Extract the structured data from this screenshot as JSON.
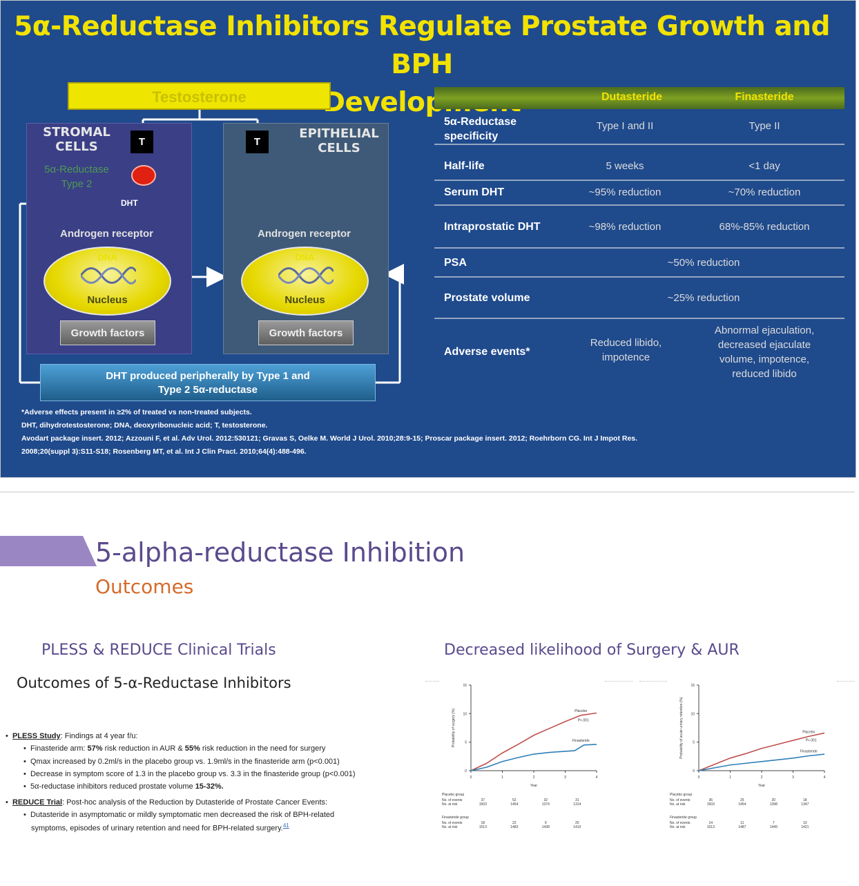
{
  "slide1": {
    "title_line1": "5α-Reductase Inhibitors Regulate Prostate Growth and BPH",
    "title_line2": "Development",
    "testosterone": "Testosterone",
    "stromal_title_1": "STROMAL",
    "stromal_title_2": "CELLS",
    "epithelial_title_1": "EPITHELIAL",
    "epithelial_title_2": "CELLS",
    "enzyme_1": "5α-Reductase",
    "enzyme_2": "Type 2",
    "t_label": "T",
    "dht_label": "DHT",
    "androgen_receptor": "Androgen receptor",
    "dna": "DNA",
    "nucleus": "Nucleus",
    "growth_factors": "Growth factors",
    "dht_peripheral_1": "DHT produced peripherally by Type 1 and",
    "dht_peripheral_2": "Type 2 5α-reductase",
    "table": {
      "col_dutasteride": "Dutasteride",
      "col_finasteride": "Finasteride",
      "rows": [
        {
          "label": "5α-Reductase specificity",
          "dutasteride": "Type I and II",
          "finasteride": "Type II"
        },
        {
          "label": "Half-life",
          "dutasteride": "5 weeks",
          "finasteride": "<1 day"
        },
        {
          "label": "Serum DHT",
          "dutasteride": "~95% reduction",
          "finasteride": "~70% reduction"
        },
        {
          "label": "Intraprostatic DHT",
          "dutasteride": "~98% reduction",
          "finasteride": "68%-85% reduction"
        },
        {
          "label": "PSA",
          "both": "~50% reduction"
        },
        {
          "label": "Prostate volume",
          "both": "~25% reduction"
        },
        {
          "label": "Adverse events*",
          "dutasteride": "Reduced libido, impotence",
          "finasteride": "Abnormal ejaculation, decreased ejaculate volume, impotence, reduced libido"
        }
      ]
    },
    "footnote_1": "*Adverse effects present in ≥2% of treated vs non-treated subjects.",
    "footnote_2": "DHT, dihydrotestosterone; DNA, deoxyribonucleic acid; T, testosterone.",
    "footnote_3": "Avodart package insert. 2012; Azzouni F, et al. Adv Urol. 2012:530121; Gravas S, Oelke M. World J Urol. 2010;28:9-15; Proscar package insert. 2012; Roehrborn CG. Int J Impot Res.",
    "footnote_4": "2008;20(suppl 3):S11-S18; Rosenberg MT, et al. Int J Clin Pract. 2010;64(4):488-496.",
    "colors": {
      "background": "#1f4a8c",
      "title": "#f2e200"
    }
  },
  "slide2": {
    "title": "5-alpha-reductase Inhibition",
    "subtitle": "Outcomes",
    "left_heading": "PLESS & REDUCE Clinical Trials",
    "left_subheading": "Outcomes of 5-α-Reductase Inhibitors",
    "right_heading": "Decreased likelihood of Surgery & AUR",
    "pless_label": "PLESS Study",
    "pless_intro": ": Findings at 4 year f/u:",
    "pless_b1_pre": "Finasteride arm: ",
    "pless_b1_v1": "57%",
    "pless_b1_mid": " risk reduction in AUR & ",
    "pless_b1_v2": "55%",
    "pless_b1_post": " risk reduction in the need for surgery",
    "pless_b2": "Qmax increased by 0.2ml/s in the placebo group vs. 1.9ml/s in the finasteride arm (p<0.001)",
    "pless_b3": "Decrease in symptom score of 1.3 in the placebo group vs. 3.3 in the finasteride group (p<0.001)",
    "pless_b4_pre": "5α-reductase inhibitors reduced prostate volume ",
    "pless_b4_v": "15-32%.",
    "reduce_label": "REDUCE Trial",
    "reduce_intro": ": Post-hoc analysis of the Reduction by Dutasteride of Prostate Cancer Events:",
    "reduce_b1_line1": "Dutasteride in asymptomatic or mildly symptomatic men decreased the risk of BPH-related",
    "reduce_b1_line2": "symptoms, episodes of urinary retention and need for BPH-related surgery.",
    "reduce_ref": "41",
    "colors": {
      "title": "#5b4a8c",
      "subtitle": "#d46b2a",
      "placebo": "#c0504d",
      "finasteride": "#2e7fb8"
    }
  },
  "chart_data": [
    {
      "type": "line",
      "ylabel": "Probability of surgery (%)",
      "xlabel": "Year",
      "xlim": [
        0,
        4
      ],
      "ylim": [
        0,
        15
      ],
      "yticks": [
        0,
        5,
        10,
        15
      ],
      "xticks": [
        0,
        1,
        2,
        3,
        4
      ],
      "annotation": "P<.001",
      "series": [
        {
          "name": "Placebo",
          "color": "#c0504d",
          "x": [
            0,
            0.5,
            1,
            1.5,
            2,
            2.5,
            3,
            3.5,
            4
          ],
          "values": [
            0,
            1.3,
            3.1,
            4.6,
            6.2,
            7.4,
            8.6,
            9.7,
            10.1
          ]
        },
        {
          "name": "Finasteride",
          "color": "#2e7fb8",
          "x": [
            0,
            0.5,
            1,
            1.5,
            2,
            2.5,
            3,
            3.3,
            3.6,
            4
          ],
          "values": [
            0,
            0.6,
            1.6,
            2.3,
            2.9,
            3.2,
            3.4,
            3.5,
            4.5,
            4.6
          ]
        }
      ],
      "risk_table": {
        "placebo_group": "Placebo group",
        "finasteride_group": "Finasteride group",
        "events_label": "No. of events",
        "risk_label": "No. at risk",
        "placebo_events": [
          "37",
          "52",
          "32",
          "31"
        ],
        "placebo_risk": [
          "1503",
          "1454",
          "1374",
          "1314"
        ],
        "finasteride_events": [
          "18",
          "22",
          "9",
          "20"
        ],
        "finasteride_risk": [
          "1513",
          "1483",
          "1438",
          "1410"
        ]
      }
    },
    {
      "type": "line",
      "ylabel": "Probability of acute urinary retention (%)",
      "xlabel": "Year",
      "xlim": [
        0,
        4
      ],
      "ylim": [
        0,
        15
      ],
      "yticks": [
        0,
        5,
        10,
        15
      ],
      "xticks": [
        0,
        1,
        2,
        3,
        4
      ],
      "annotation": "P<.001",
      "series": [
        {
          "name": "Placebo",
          "color": "#c0504d",
          "x": [
            0,
            0.5,
            1,
            1.5,
            2,
            2.5,
            3,
            3.5,
            4
          ],
          "values": [
            0,
            1.1,
            2.2,
            3.0,
            3.9,
            4.6,
            5.3,
            6.0,
            6.6
          ]
        },
        {
          "name": "Finasteride",
          "color": "#2e7fb8",
          "x": [
            0,
            0.5,
            1,
            1.5,
            2,
            2.5,
            3,
            3.5,
            4
          ],
          "values": [
            0,
            0.5,
            1.0,
            1.3,
            1.6,
            1.9,
            2.2,
            2.6,
            2.9
          ]
        }
      ],
      "risk_table": {
        "placebo_group": "Placebo group",
        "finasteride_group": "Finasteride group",
        "events_label": "No. of events",
        "risk_label": "No. at risk",
        "placebo_events": [
          "36",
          "25",
          "20",
          "18"
        ],
        "placebo_risk": [
          "1503",
          "1454",
          "1398",
          "1347"
        ],
        "finasteride_events": [
          "14",
          "11",
          "7",
          "10"
        ],
        "finasteride_risk": [
          "1513",
          "1487",
          "1449",
          "1421"
        ]
      }
    }
  ]
}
